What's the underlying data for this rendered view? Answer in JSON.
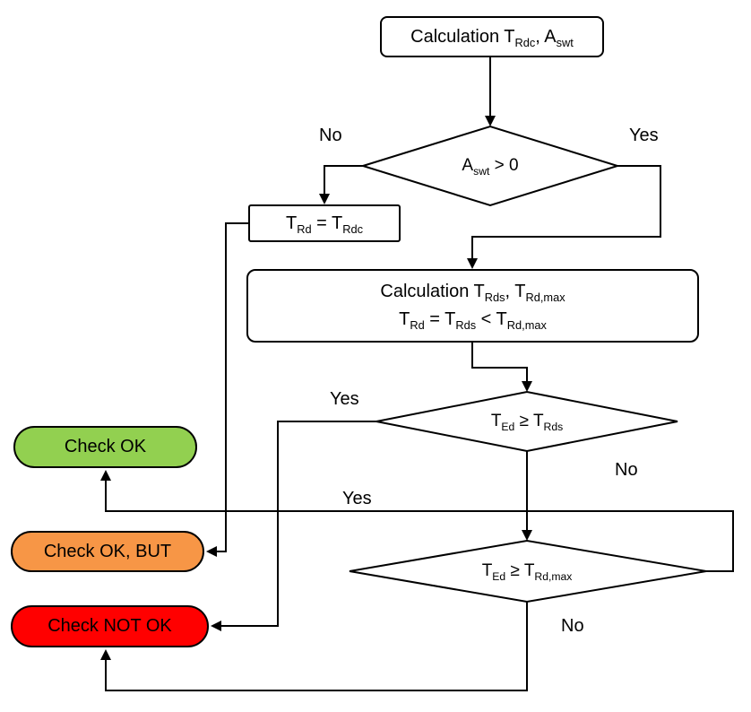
{
  "diagram": {
    "nodes": {
      "start": {
        "t1": "Calculation T",
        "s1": "Rdc",
        "t2": ", A",
        "s2": "swt"
      },
      "d_aswt": {
        "t1": "A",
        "s1": "swt",
        "t2": " > 0"
      },
      "box_trdc": {
        "t1": "T",
        "s1": "Rd",
        "t2": " = T",
        "s2": "Rdc"
      },
      "box_calc_l1": {
        "t1": "Calculation T",
        "s1": "Rds",
        "t2": ", T",
        "s2": "Rd,max"
      },
      "box_calc_l2": {
        "t1": "T",
        "s1": "Rd",
        "t2": " = T",
        "s2": "Rds",
        "t3": "  < T",
        "s3": "Rd,max"
      },
      "d_trds": {
        "t1": "T",
        "s1": "Ed",
        "t2": " ≥ T",
        "s2": "Rds"
      },
      "d_trdmax": {
        "t1": "T",
        "s1": "Ed",
        "t2": " ≥ T",
        "s2": "Rd,max"
      },
      "ok": "Check OK",
      "ok_but": "Check OK, BUT",
      "not_ok": "Check NOT OK"
    },
    "edge_labels": {
      "d1_no": "No",
      "d1_yes": "Yes",
      "d2_yes": "Yes",
      "d2_no": "No",
      "d3_yes": "Yes",
      "d3_no": "No"
    },
    "colors": {
      "ok": "#92d050",
      "ok_but": "#f79646",
      "not_ok": "#ff0000",
      "line": "#000000"
    }
  }
}
